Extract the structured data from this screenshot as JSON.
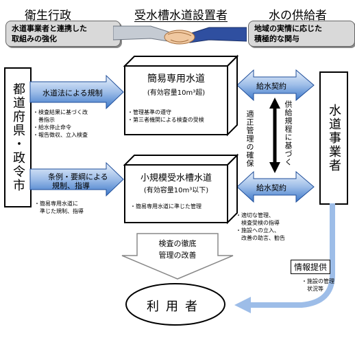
{
  "header": {
    "left_title": "衛生行政",
    "center_title": "受水槽水道設置者",
    "right_title": "水の供給者",
    "left_box": [
      "水道事業者と連携した",
      "取組みの強化"
    ],
    "right_box": [
      "地域の実情に応じた",
      "積極的な関与"
    ]
  },
  "left_entity": "都道府県・政令市",
  "right_entity": "水道事業者",
  "top_cube": {
    "title": "簡易専用水道",
    "subtitle": "(有効容量10m³超)",
    "notes": [
      "・管理基準の遵守",
      "・第三者機関による検査の受検"
    ]
  },
  "bottom_cube": {
    "title": "小規模受水槽水道",
    "subtitle": "(有効容量10m³以下)",
    "notes": [
      "・簡易専用水道に準じた管理"
    ]
  },
  "arrow_top_label": "水道法による規制",
  "arrow_top_notes": [
    "・検査結果に基づく改",
    "　善指示",
    "・給水停止命令",
    "・報告徴収、立入検査"
  ],
  "arrow_bottom_label": [
    "条例・要綱による",
    "規制、指導"
  ],
  "arrow_bottom_notes": [
    "・簡易専用水道に",
    "　準じた規制、指導"
  ],
  "contract_top": "給水契約",
  "contract_bottom": "給水契約",
  "vertical_left": "適正管理の確保",
  "vertical_right": "供給規程に基づく",
  "right_notes": [
    "・適切な管理、",
    "　検査受検の指導",
    "・施設への立入、",
    "　改善の助言、勧告"
  ],
  "inspection_arrow": [
    "検査の徹底",
    "管理の改善"
  ],
  "info_label": "情報提供",
  "info_notes": [
    "・施設の管理",
    "　状況等"
  ],
  "users": "利用者",
  "colors": {
    "arrow_blue": "#3d78c9",
    "arrow_light": "#c9dcf4",
    "gray_box": "#d9d9d9"
  }
}
